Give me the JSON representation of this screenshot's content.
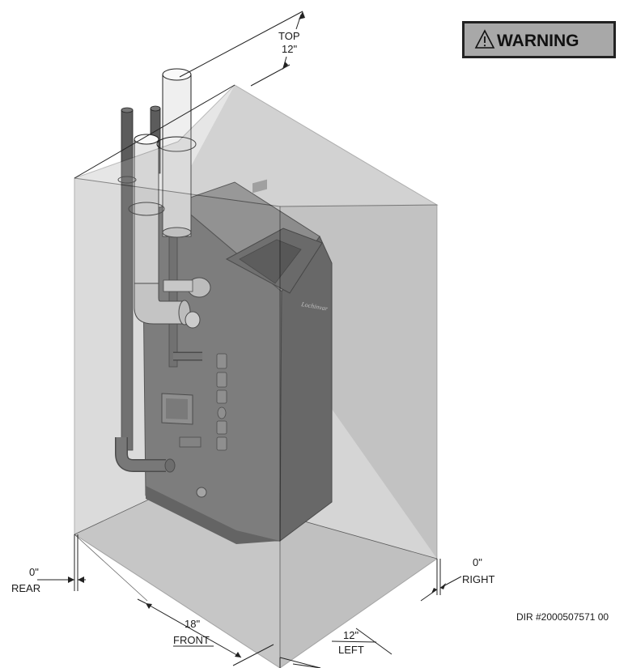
{
  "warning": {
    "label": "WARNING"
  },
  "clearances": {
    "top": {
      "value": "12\"",
      "label": "TOP"
    },
    "rear": {
      "value": "0\"",
      "label": "REAR"
    },
    "right": {
      "value": "0\"",
      "label": "RIGHT"
    },
    "front": {
      "value": "18\"",
      "label": "FRONT"
    },
    "left": {
      "value": "12\"",
      "label": "LEFT"
    }
  },
  "brand": {
    "logo_text": "Lochinvar"
  },
  "doc_id": "DIR #2000507571  00",
  "colors": {
    "envelope": "#b4b4b4",
    "cabinet": "#7a7a7a",
    "cabinet_dark": "#4e4e4e",
    "pipe_light": "#e6e6e6",
    "pipe_dark": "#555555",
    "warning_bg": "#a8a8a8"
  }
}
